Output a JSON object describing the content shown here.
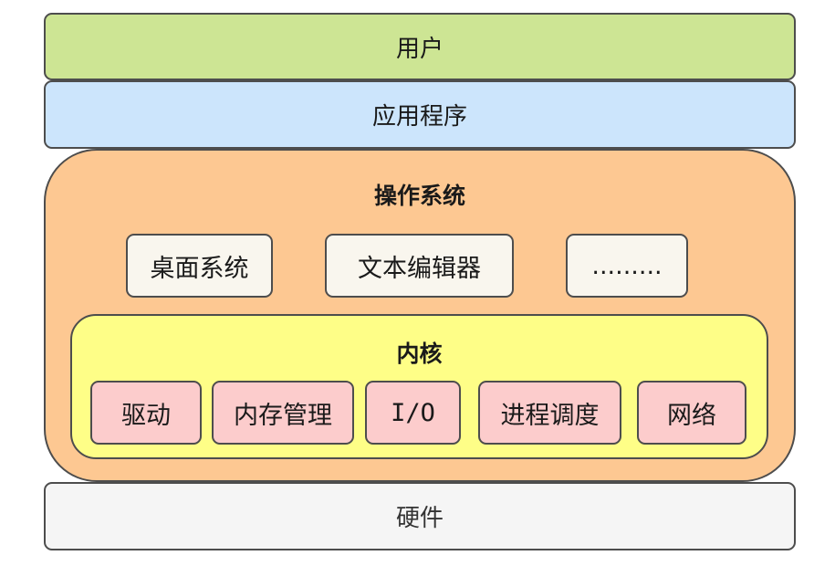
{
  "colors": {
    "user_fill": "#cde594",
    "app_fill": "#cce5fc",
    "os_fill": "#fdc892",
    "app_item_fill": "#f9f6ee",
    "kernel_fill": "#fefe87",
    "kernel_item_fill": "#fccccc",
    "hardware_fill": "#f5f5f5",
    "border": "#4d4d4d"
  },
  "layers": {
    "user": "用户",
    "application": "应用程序",
    "os": {
      "title": "操作系统",
      "apps": [
        "桌面系统",
        "文本编辑器",
        "........."
      ]
    },
    "kernel": {
      "title": "内核",
      "modules": [
        "驱动",
        "内存管理",
        "I/O",
        "进程调度",
        "网络"
      ]
    },
    "hardware": "硬件"
  }
}
